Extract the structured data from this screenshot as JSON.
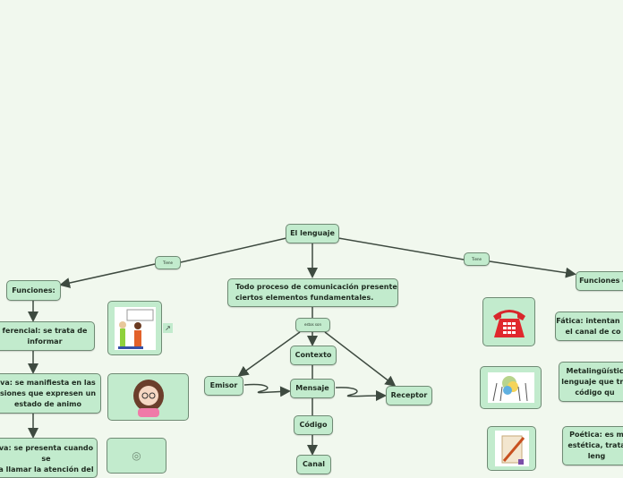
{
  "root": {
    "label": "El lenguaje"
  },
  "links": {
    "left": "Tiene",
    "right": "Tiene",
    "center": "estos son"
  },
  "left_branch": {
    "title": "Funciones:",
    "items": [
      "ferencial: se trata de\ninformar",
      "va: se manifiesta en las\nsiones que expresen un\nestado de animo",
      "va: se presenta cuando se\na llamar la atención del"
    ]
  },
  "center_branch": {
    "title": "Todo proceso de comunicación presente\nciertos elementos fundamentales.",
    "elements": {
      "contexto": "Contexto",
      "emisor": "Emisor",
      "mensaje": "Mensaje",
      "receptor": "Receptor",
      "codigo": "Código",
      "canal": "Canal"
    }
  },
  "right_branch": {
    "title": "Funciones d",
    "items": [
      "Fática: intentan m\nel canal de co",
      "Metalingüístic\nlenguaje que tra\ncódigo qu",
      "Poética: es m\nestética, trata\nleng"
    ]
  },
  "images": [
    "conversation-illustration",
    "girl-illustration",
    "image-placeholder",
    "telephone-illustration",
    "people-illustration",
    "quill-scroll-illustration"
  ],
  "colors": {
    "background": "#f1f8ee",
    "node_fill": "#c2ebcd",
    "node_border": "#6f8a74",
    "edge": "#3e4a40"
  }
}
